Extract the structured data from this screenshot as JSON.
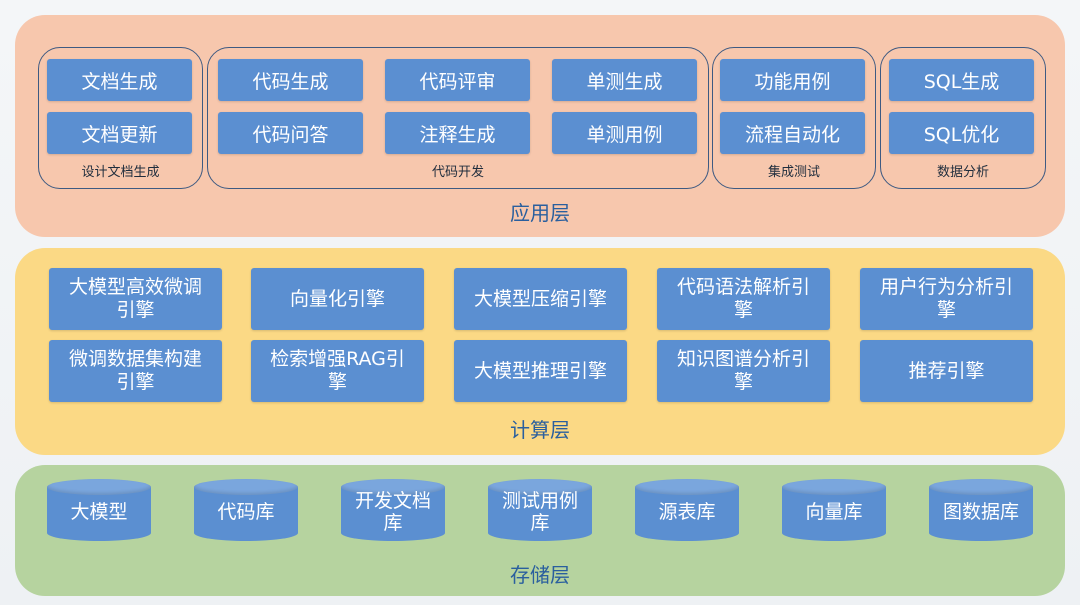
{
  "application_layer": {
    "title": "应用层",
    "groups": [
      {
        "label": "设计文档生成",
        "items": [
          "文档生成",
          "文档更新"
        ]
      },
      {
        "label": "代码开发",
        "items": [
          "代码生成",
          "代码评审",
          "单测生成",
          "代码问答",
          "注释生成",
          "单测用例"
        ]
      },
      {
        "label": "集成测试",
        "items": [
          "功能用例",
          "流程自动化"
        ]
      },
      {
        "label": "数据分析",
        "items": [
          "SQL生成",
          "SQL优化"
        ]
      }
    ]
  },
  "compute_layer": {
    "title": "计算层",
    "items": [
      "大模型高效微调引擎",
      "向量化引擎",
      "大模型压缩引擎",
      "代码语法解析引擎",
      "用户行为分析引擎",
      "微调数据集构建引擎",
      "检索增强RAG引擎",
      "大模型推理引擎",
      "知识图谱分析引擎",
      "推荐引擎"
    ]
  },
  "storage_layer": {
    "title": "存储层",
    "items": [
      "大模型",
      "代码库",
      "开发文档库",
      "测试用例库",
      "源表库",
      "向量库",
      "图数据库"
    ]
  }
}
